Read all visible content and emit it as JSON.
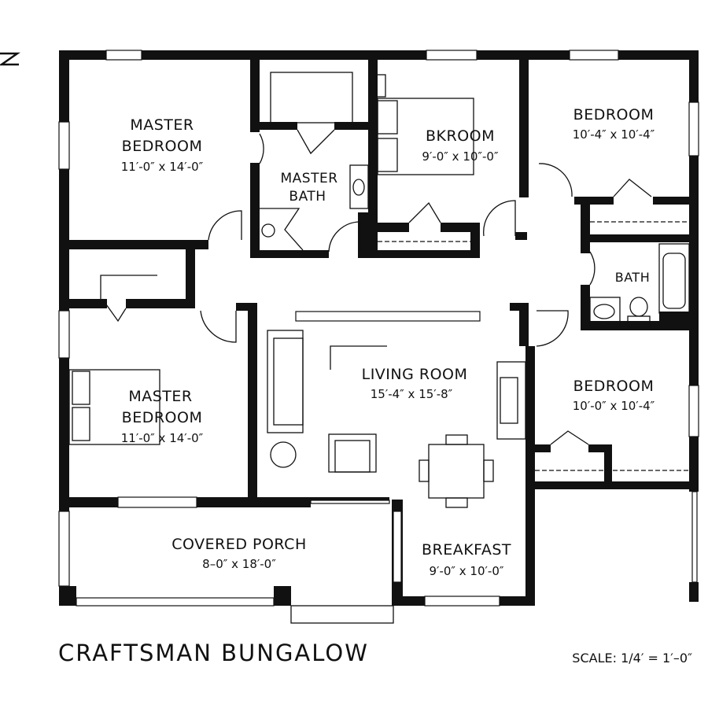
{
  "title": "CRAFTSMAN BUNGALOW",
  "scale": "SCALE:  1/4′ = 1′–0″",
  "colors": {
    "wall": "#111111",
    "background": "#ffffff"
  },
  "north_arrow": "north-arrow-icon",
  "rooms": [
    {
      "name": "MASTER",
      "name2": "BEDROOM",
      "dims": "11′-0″ x 14′-0″"
    },
    {
      "name": "MASTER",
      "name2": "BATH",
      "dims": ""
    },
    {
      "name": "BKROOM",
      "name2": "",
      "dims": "9′-0″ x 10″-0″"
    },
    {
      "name": "BEDROOM",
      "name2": "",
      "dims": "10′-4″ x 10′-4″"
    },
    {
      "name": "BATH",
      "name2": "",
      "dims": ""
    },
    {
      "name": "LIVING ROOM",
      "name2": "",
      "dims": "15′-4″ x 15′-8″"
    },
    {
      "name": "MASTER",
      "name2": "BEDROOM",
      "dims": "11′-0″ x 14′-0″"
    },
    {
      "name": "BEDROOM",
      "name2": "",
      "dims": "10′-0″ x 10′-4″"
    },
    {
      "name": "COVERED PORCH",
      "name2": "",
      "dims": "8–0″ x 18′-0″"
    },
    {
      "name": "BREAKFAST",
      "name2": "",
      "dims": "9′-0″ x 10′-0″"
    }
  ]
}
